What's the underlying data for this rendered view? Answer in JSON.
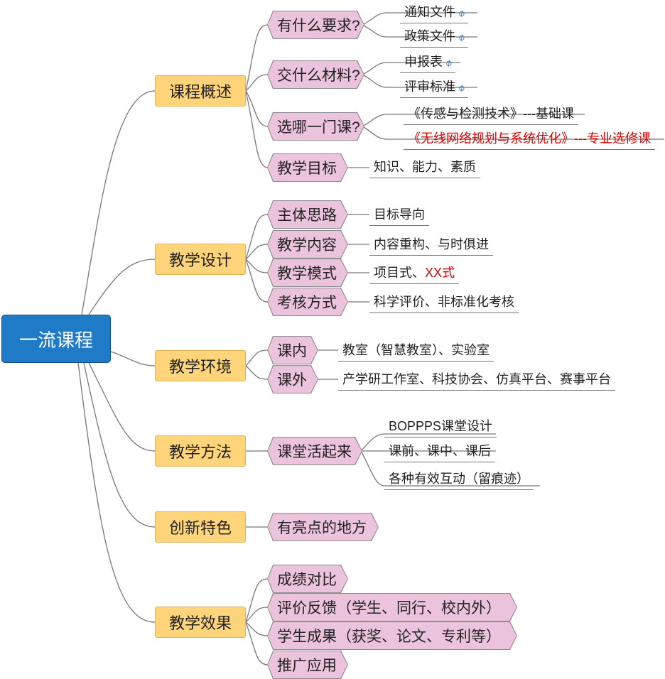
{
  "root": "一流课程",
  "branches": {
    "overview": "课程概述",
    "design": "教学设计",
    "environment": "教学环境",
    "method": "教学方法",
    "innovation": "创新特色",
    "effect": "教学效果"
  },
  "overview": {
    "q1": "有什么要求?",
    "q1_items": [
      "通知文件",
      "政策文件"
    ],
    "q2": "交什么材料?",
    "q2_items": [
      "申报表",
      "评审标准"
    ],
    "q3": "选哪一门课?",
    "q3_items": [
      "《传感与检测技术》---基础课",
      "《无线网络规划与系统优化》---专业选修课"
    ],
    "goal": "教学目标",
    "goal_item": "知识、能力、素质"
  },
  "design": {
    "subs": [
      "主体思路",
      "教学内容",
      "教学模式",
      "考核方式"
    ],
    "items": [
      "目标导向",
      "内容重构、与时俱进",
      "项目式、",
      "科学评价、非标准化考核"
    ],
    "mode_highlight": "XX式"
  },
  "environment": {
    "subs": [
      "课内",
      "课外"
    ],
    "items": [
      "教室（智慧教室）、实验室",
      "产学研工作室、科技协会、仿真平台、赛事平台"
    ]
  },
  "method": {
    "sub": "课堂活起来",
    "items": [
      "BOPPPS课堂设计",
      "课前、课中、课后",
      "各种有效互动（留痕迹）"
    ]
  },
  "innovation": {
    "sub": "有亮点的地方"
  },
  "effect": {
    "subs": [
      "成绩对比",
      "评价反馈（学生、同行、校内外）",
      "学生成果（获奖、论文、专利等）",
      "推广应用"
    ]
  },
  "colors": {
    "root": "#1f7bc8",
    "main": "#ffd47a",
    "sub": "#ebc3dd",
    "highlight": "#e00000",
    "attachment": "#4a7fc0"
  },
  "icons": {
    "attachment": "paperclip-icon"
  }
}
